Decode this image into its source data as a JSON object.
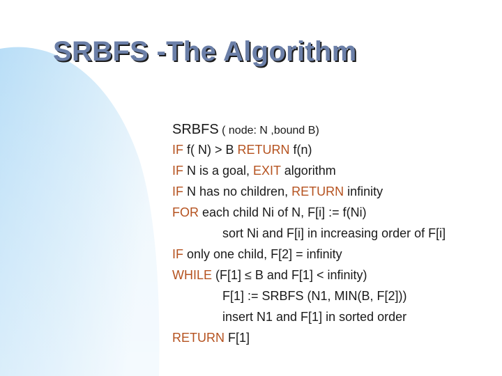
{
  "slide": {
    "title": "SRBFS -The Algorithm",
    "heading": {
      "name": "SRBFS",
      "params": " ( node: N ,bound B)"
    },
    "lines": [
      {
        "kw": "IF",
        "text": " f( N) > B ",
        "kw2": "RETURN",
        "text2": " f(n)"
      },
      {
        "kw": "IF",
        "text": " N is a goal, ",
        "kw2": "EXIT",
        "text2": " algorithm"
      },
      {
        "kw": "IF",
        "text": " N has no children, ",
        "kw2": "RETURN",
        "text2": " infinity"
      },
      {
        "kw": "FOR",
        "text": " each child Ni of N, F[i]  := f(Ni)"
      },
      {
        "text": "sort Ni and F[i] in increasing order of F[i]"
      },
      {
        "kw": "IF",
        "text": " only one child, F[2] = infinity"
      },
      {
        "kw": "WHILE",
        "text": " (F[1] ≤ B and F[1] < infinity)"
      },
      {
        "text": "F[1]  := SRBFS (N1, MIN(B, F[2]))"
      },
      {
        "text": "insert N1 and F[1] in sorted order"
      },
      {
        "kw": "RETURN",
        "text": " F[1]"
      }
    ]
  },
  "colors": {
    "title": "#6b7fa8",
    "keyword": "#b5521f",
    "accent_shape": "#cfe6f7"
  }
}
